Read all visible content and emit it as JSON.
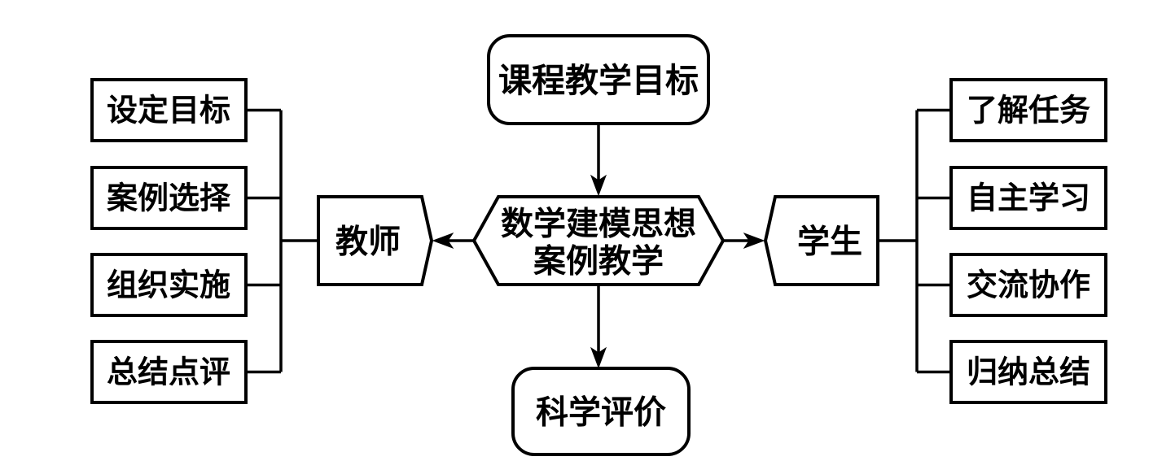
{
  "diagram": {
    "nodes": {
      "goal": "课程教学目标",
      "center_line1": "数学建模思想",
      "center_line2": "案例教学",
      "teacher": "教师",
      "student": "学生",
      "evaluation": "科学评价"
    },
    "teacher_tasks": [
      "设定目标",
      "案例选择",
      "组织实施",
      "总结点评"
    ],
    "student_tasks": [
      "了解任务",
      "自主学习",
      "交流协作",
      "归纳总结"
    ],
    "edges": [
      {
        "from": "课程教学目标",
        "to": "数学建模思想案例教学",
        "type": "arrow-down"
      },
      {
        "from": "数学建模思想案例教学",
        "to": "教师",
        "type": "arrow-left"
      },
      {
        "from": "数学建模思想案例教学",
        "to": "学生",
        "type": "arrow-right"
      },
      {
        "from": "数学建模思想案例教学",
        "to": "科学评价",
        "type": "arrow-down"
      },
      {
        "from": "教师",
        "to": [
          "设定目标",
          "案例选择",
          "组织实施",
          "总结点评"
        ],
        "type": "bus-line"
      },
      {
        "from": "学生",
        "to": [
          "了解任务",
          "自主学习",
          "交流协作",
          "归纳总结"
        ],
        "type": "bus-line"
      }
    ],
    "colors": {
      "line": "#000000",
      "background": "#ffffff",
      "node_fill": "#ffffff",
      "text": "#000000"
    }
  }
}
